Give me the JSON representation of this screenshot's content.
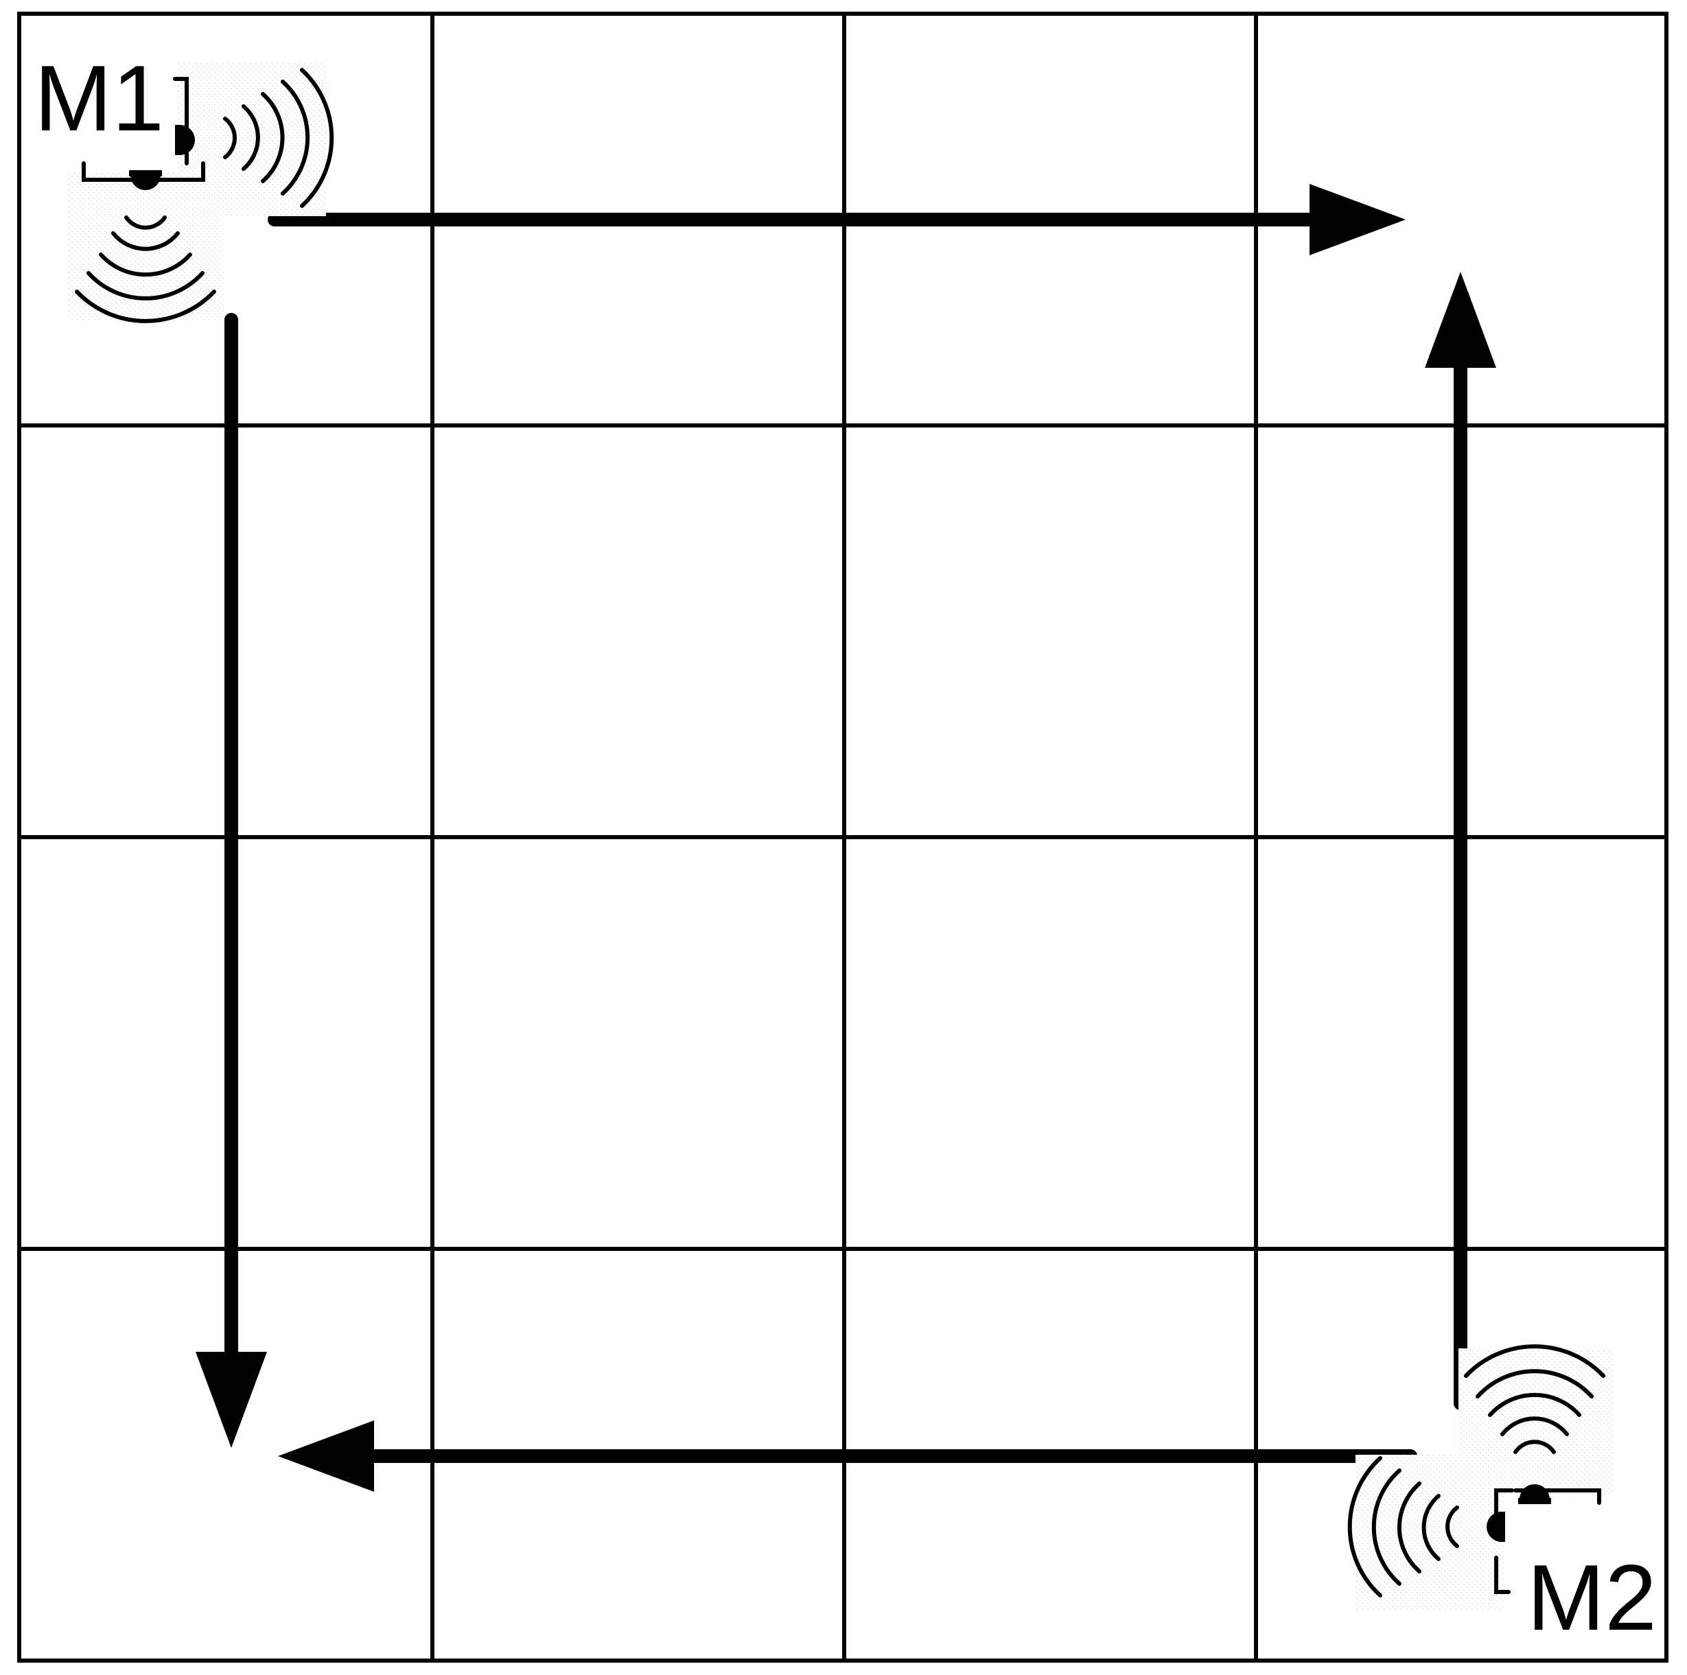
{
  "grid": {
    "rows": 4,
    "cols": 4,
    "line_color": "#000000",
    "background": "#ffffff"
  },
  "machines": [
    {
      "id": "m1",
      "label": "M1",
      "corner": "top-left",
      "icon": "wireless-sensor-icon"
    },
    {
      "id": "m2",
      "label": "M2",
      "corner": "bottom-right",
      "icon": "wireless-sensor-icon"
    }
  ],
  "arrows": [
    {
      "id": "top",
      "direction": "right",
      "row": 1,
      "from_col": 1,
      "to_col": 4
    },
    {
      "id": "right",
      "direction": "up",
      "col": 4,
      "from_row": 4,
      "to_row": 1
    },
    {
      "id": "bottom",
      "direction": "left",
      "row": 4,
      "from_col": 4,
      "to_col": 1
    },
    {
      "id": "left",
      "direction": "down",
      "col": 1,
      "from_row": 1,
      "to_row": 4
    }
  ]
}
